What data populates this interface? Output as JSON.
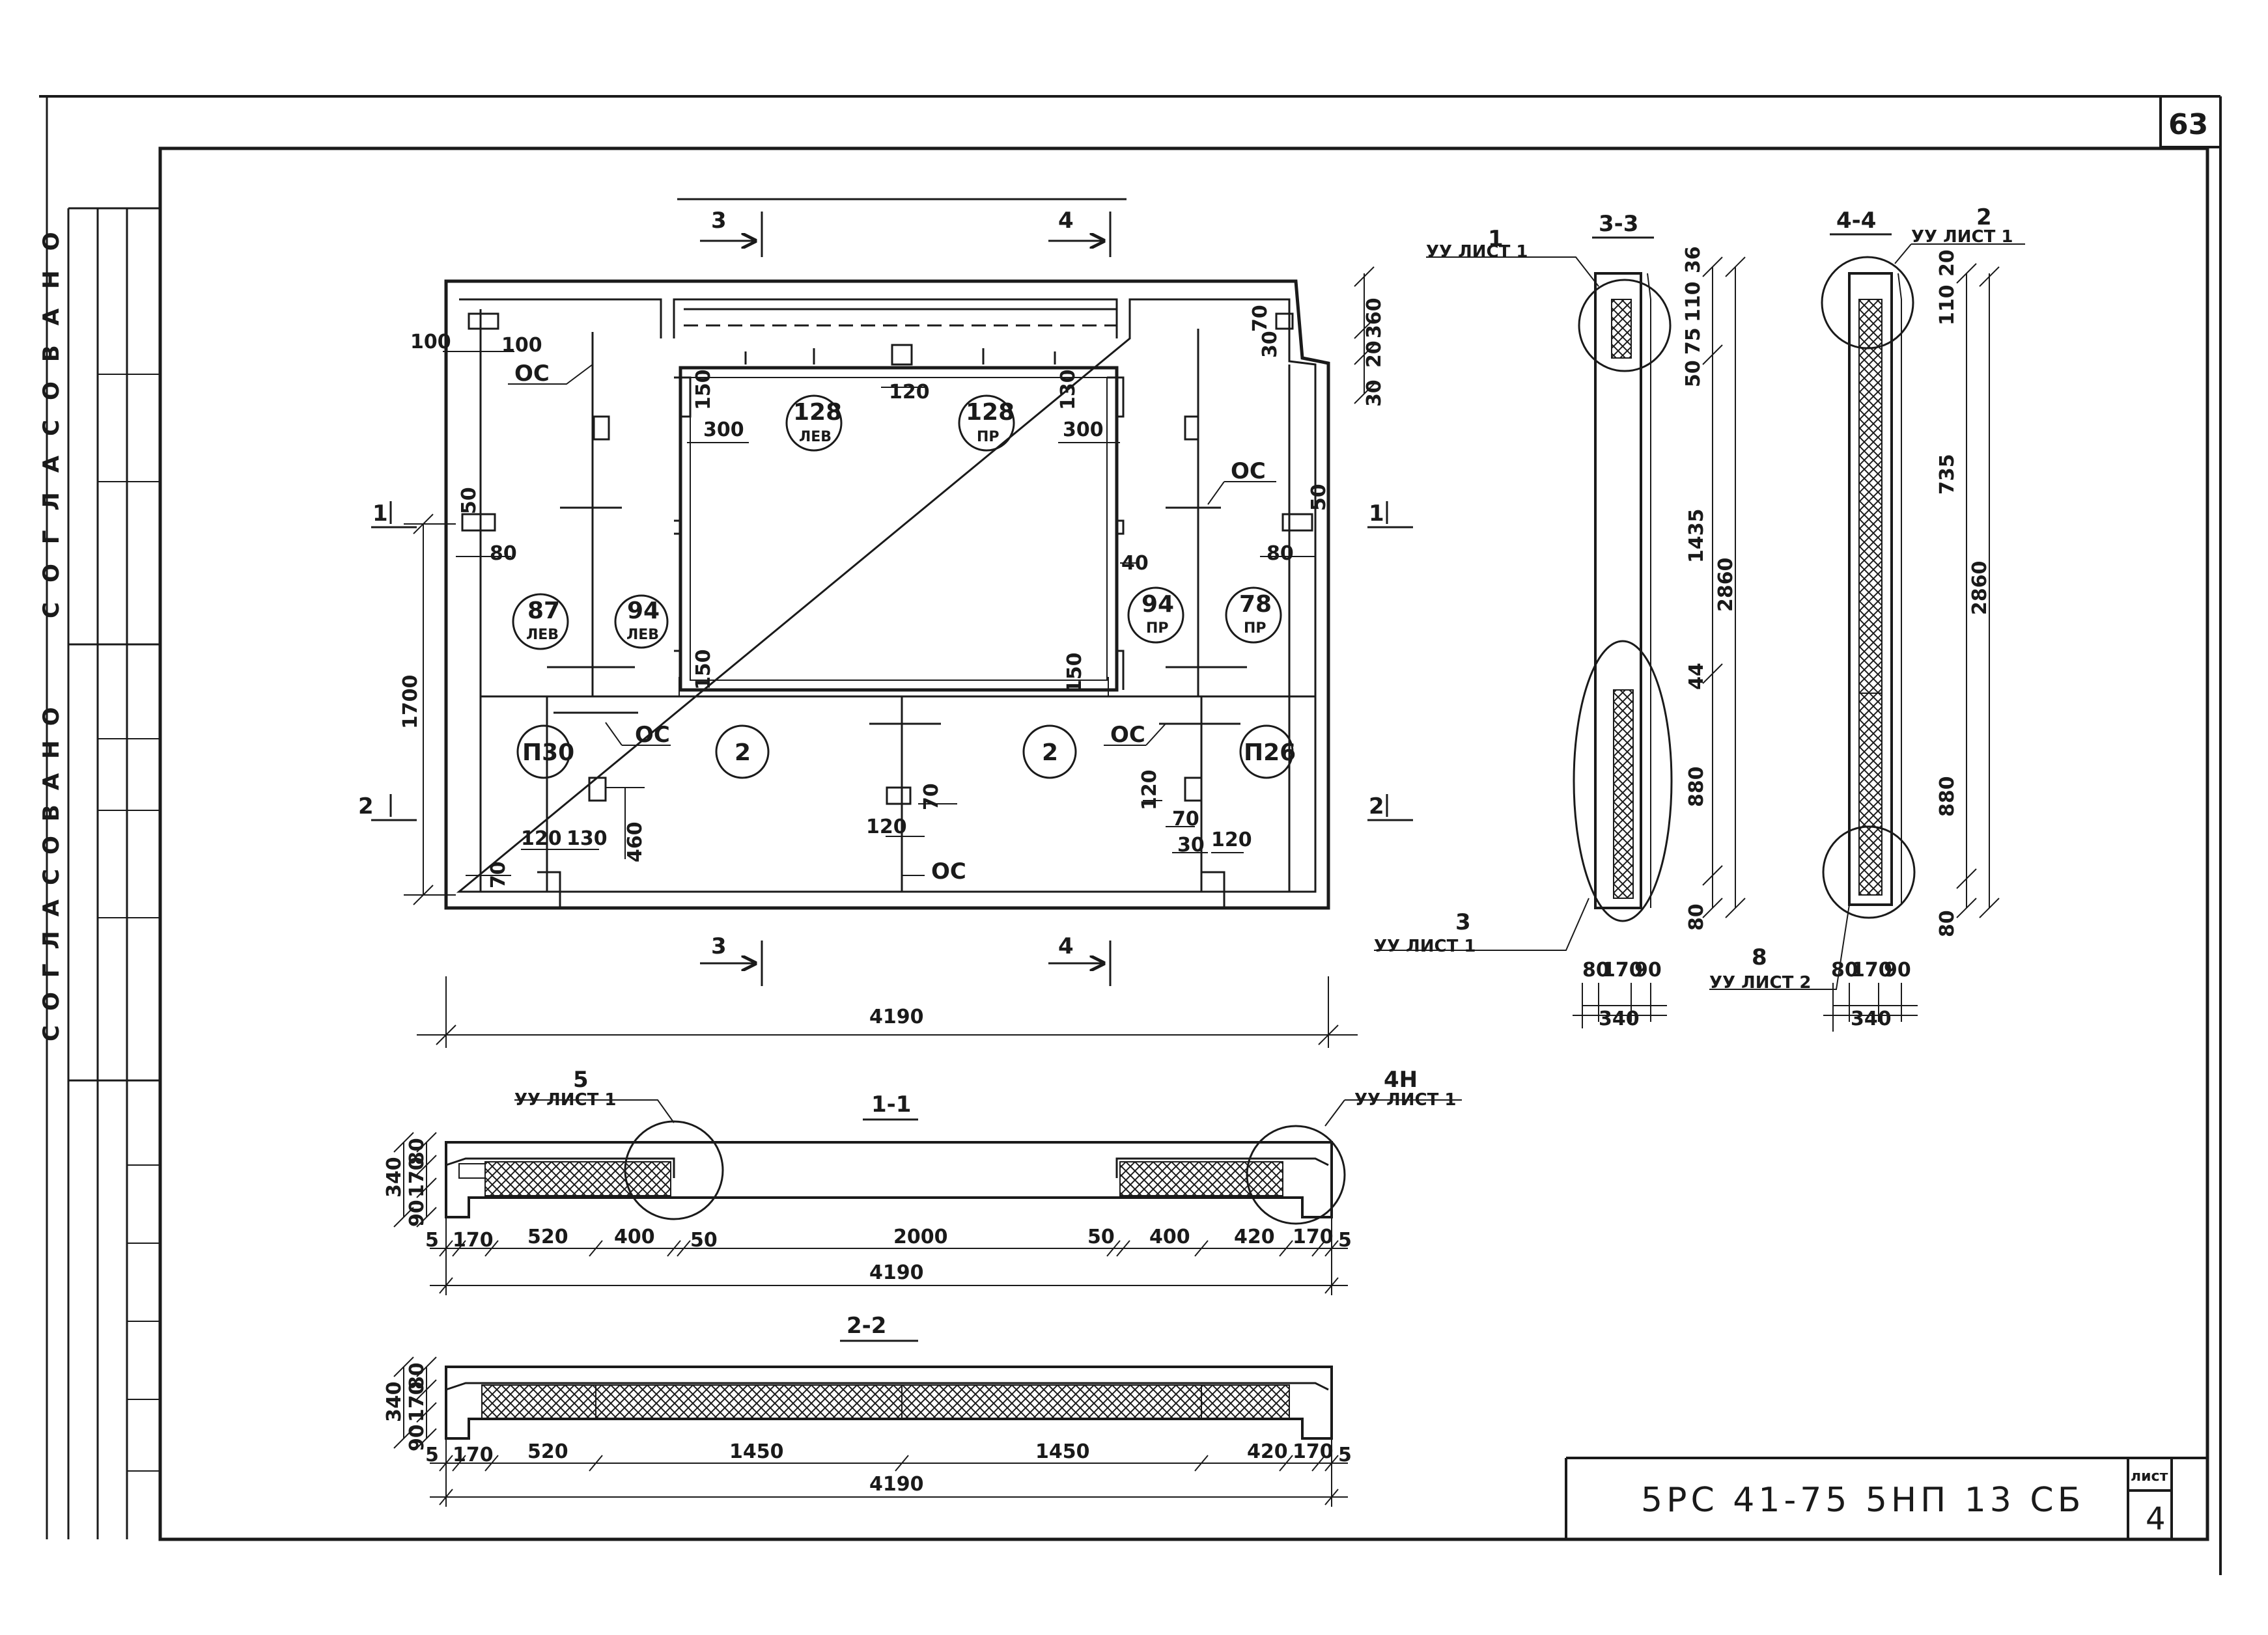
{
  "sheet": {
    "page_number": "63",
    "title": "РАСКЛАДКА УТЕПЛИТЕЛЯ 5НП6-28",
    "code": "5РС 41-75 5НП 13 СБ",
    "sheet_label": "лист",
    "sheet_number": "4",
    "side_stamp_top": "СОГЛАСОВАНО",
    "side_stamp_bottom": "СОГЛАСОВАНО"
  },
  "plan": {
    "sections": {
      "s3_top": "3",
      "s4_top": "4",
      "s3_bot": "3",
      "s4_bot": "4",
      "s1_left": "1",
      "s1_right": "1",
      "s2_left": "2",
      "s2_right": "2"
    },
    "panels": [
      {
        "id": "p87",
        "num": "87",
        "side": "ЛЕВ"
      },
      {
        "id": "p94l",
        "num": "94",
        "side": "ЛЕВ"
      },
      {
        "id": "p128l",
        "num": "128",
        "side": "ЛЕВ"
      },
      {
        "id": "p128r",
        "num": "128",
        "side": "ПР"
      },
      {
        "id": "p94r",
        "num": "94",
        "side": "ПР"
      },
      {
        "id": "p78",
        "num": "78",
        "side": "ПР"
      },
      {
        "id": "p30",
        "num": "П30",
        "side": ""
      },
      {
        "id": "p2a",
        "num": "2",
        "side": ""
      },
      {
        "id": "p2b",
        "num": "2",
        "side": ""
      },
      {
        "id": "p26",
        "num": "П26",
        "side": ""
      }
    ],
    "oc": "ОС",
    "dims": {
      "d100a": "100",
      "d100b": "100",
      "d360": "360",
      "d20": "20",
      "d30": "30",
      "d70a": "70",
      "d30b": "30",
      "d150a": "150",
      "d300a": "300",
      "d120a": "120",
      "d130": "130",
      "d300b": "300",
      "d50a": "50",
      "d80a": "80",
      "d50b": "50",
      "d80b": "80",
      "d40": "40",
      "d150b": "150",
      "d150c": "150",
      "d1700": "1700",
      "d120b": "120",
      "d130b": "130",
      "d460": "460",
      "d70b": "70",
      "d120c": "120",
      "d70c": "70",
      "d120d": "120",
      "d70d": "70",
      "d30c": "30",
      "d120e": "120",
      "d4190": "4190"
    }
  },
  "section33": {
    "title": "3-3",
    "callout_top_num": "1",
    "callout_top_ref": "УУ ЛИСТ 1",
    "callout_bot_num": "3",
    "callout_bot_ref": "УУ ЛИСТ 1",
    "dims": {
      "d36": "36",
      "d110": "110",
      "d75": "75",
      "d50": "50",
      "d1435": "1435",
      "d2860": "2860",
      "d44": "44",
      "d880": "880",
      "d80": "80",
      "w80": "80",
      "w170": "170",
      "w90": "90",
      "w340": "340"
    }
  },
  "section41": {
    "title": "4-4",
    "callout_top_num": "2",
    "callout_top_ref": "УУ ЛИСТ 1",
    "callout_bot_num": "8",
    "callout_bot_ref": "УУ ЛИСТ 2",
    "dims": {
      "d20": "20",
      "d110": "110",
      "d735": "735",
      "d2860": "2860",
      "d880": "880",
      "d80": "80",
      "w80": "80",
      "w170": "170",
      "w90": "90",
      "w340": "340"
    }
  },
  "section11": {
    "title": "1-1",
    "callout_left_num": "5",
    "callout_left_ref": "УУ ЛИСТ 1",
    "callout_right_num": "4Н",
    "callout_right_ref": "УУ ЛИСТ 1",
    "vdims": {
      "v340": "340",
      "v80": "80",
      "v170": "170",
      "v90": "90"
    },
    "dims": [
      "5",
      "170",
      "520",
      "400",
      "50",
      "2000",
      "50",
      "400",
      "420",
      "170",
      "5"
    ],
    "total": "4190"
  },
  "section22": {
    "title": "2-2",
    "vdims": {
      "v340": "340",
      "v80": "80",
      "v170": "170",
      "v90": "90"
    },
    "dims": [
      "5",
      "170",
      "520",
      "1450",
      "1450",
      "420",
      "170",
      "5"
    ],
    "total": "4190"
  }
}
